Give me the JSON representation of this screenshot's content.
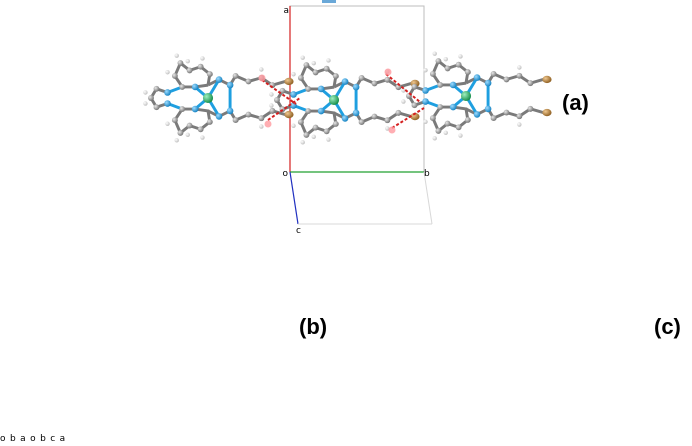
{
  "figure": {
    "panels": [
      {
        "id": "a",
        "label": "(a)",
        "axis_labels": {
          "a": "a",
          "b": "b",
          "c": "c",
          "o": "o"
        }
      },
      {
        "id": "b",
        "label": "(b)",
        "axis_labels": {
          "o": "o",
          "a": "a",
          "b": "b"
        }
      },
      {
        "id": "c",
        "label": "(c)",
        "axis_labels": {
          "o": "o",
          "b": "b",
          "c": "c",
          "a": "a"
        }
      }
    ],
    "colors": {
      "metal": "#1faa5c",
      "nitrogen": "#1e9fe0",
      "carbon": "#8a8a8a",
      "hydrogen": "#eeeeee",
      "bromine": "#b57a2c",
      "oxygen": "#d41e1e",
      "layer_green": "#6aaa20",
      "layer_blue": "#1ea8e6",
      "layer_orange": "#e8a218",
      "cell_a_red": "#d42020",
      "cell_b_green": "#20a030",
      "cell_c_blue": "#2030c0"
    }
  }
}
